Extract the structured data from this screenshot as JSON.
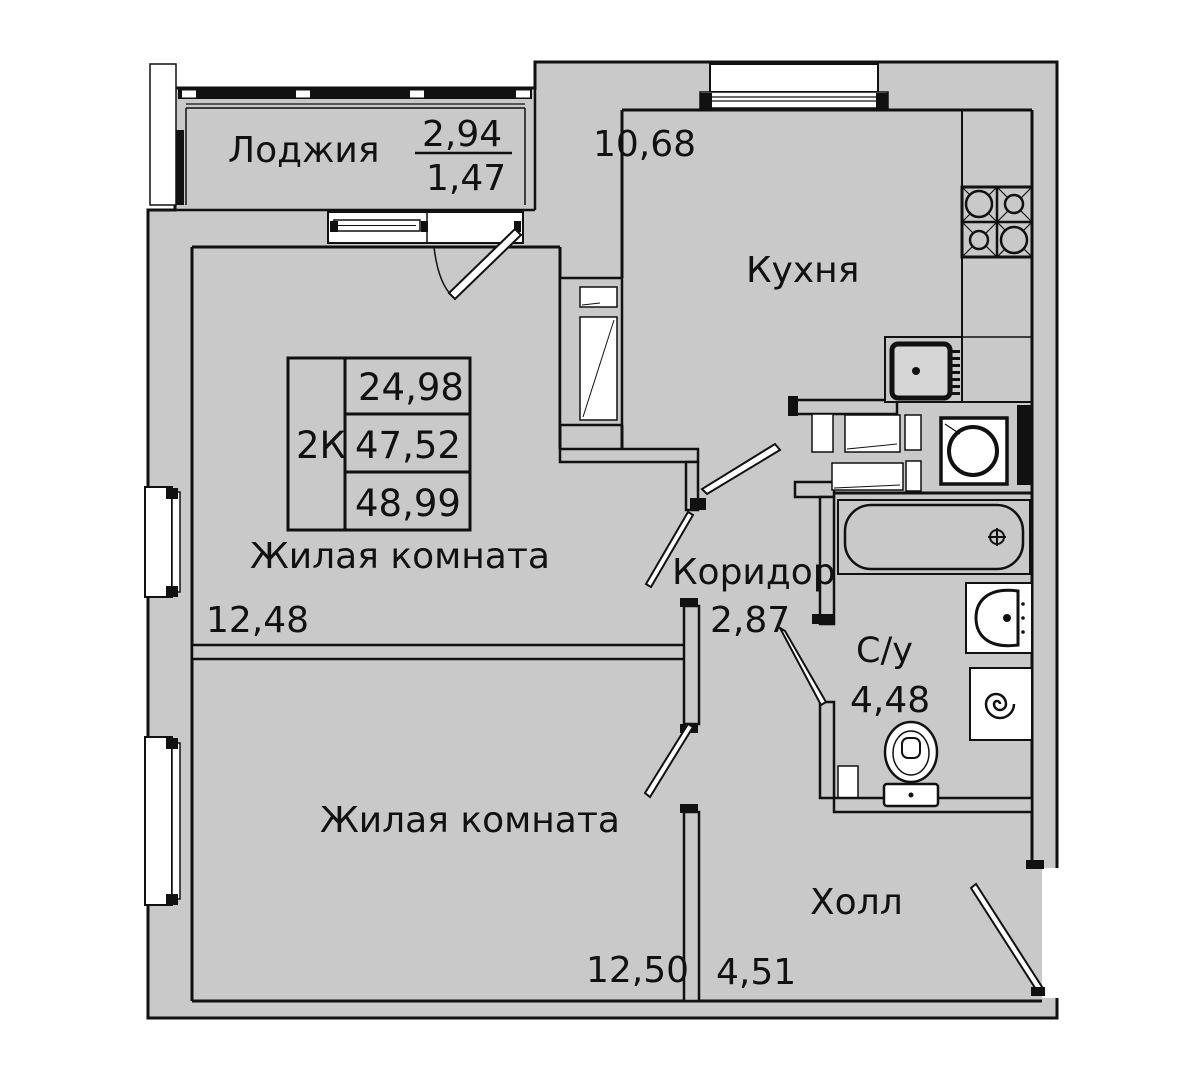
{
  "plan": {
    "loggia": {
      "name": "Лоджия",
      "area_top": "2,94",
      "area_bottom": "1,47"
    },
    "kitchen": {
      "name": "Кухня",
      "area": "10,68"
    },
    "room1": {
      "name": "Жилая комната",
      "area": "12,48"
    },
    "room2": {
      "name": "Жилая комната",
      "area": "12,50"
    },
    "corridor": {
      "name": "Коридор",
      "area": "2,87"
    },
    "bathroom": {
      "name": "С/у",
      "area": "4,48"
    },
    "hall": {
      "name": "Холл",
      "area": "4,51"
    },
    "info_table": {
      "type": "2К",
      "living_area": "24,98",
      "apartment_area": "47,52",
      "total_area": "48,99"
    },
    "colors": {
      "floor": "#c9c9c9",
      "line": "#111111",
      "background": "#ffffff"
    }
  }
}
